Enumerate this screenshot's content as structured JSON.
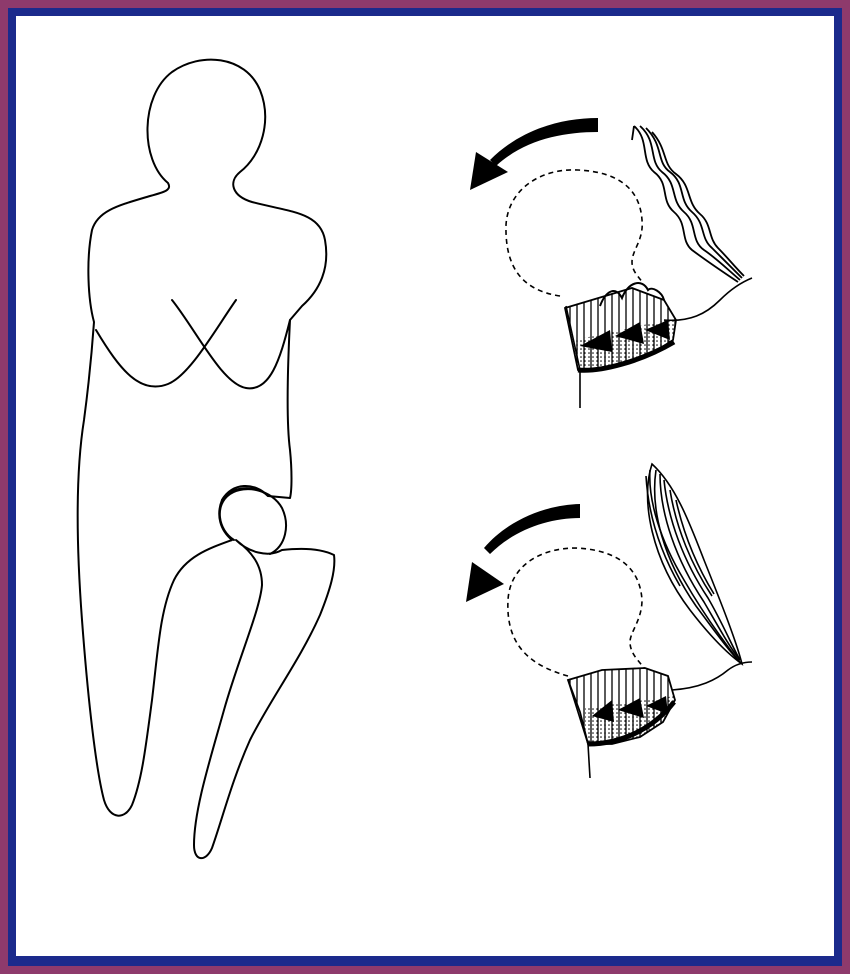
{
  "slide": {
    "background": "#1b2a8c",
    "frame_color": "#8e3a6c",
    "panel_color": "#ffffff",
    "line_color": "#000000"
  },
  "figure": {
    "parts": [
      {
        "id": "body-outline",
        "icon": "human-figure-outline"
      },
      {
        "id": "upper-detail",
        "icon": "joint-with-wavy-muscle"
      },
      {
        "id": "lower-detail",
        "icon": "joint-with-spindle-muscle"
      }
    ],
    "arrows": [
      "curved-arrow-left",
      "curved-arrow-left"
    ]
  }
}
